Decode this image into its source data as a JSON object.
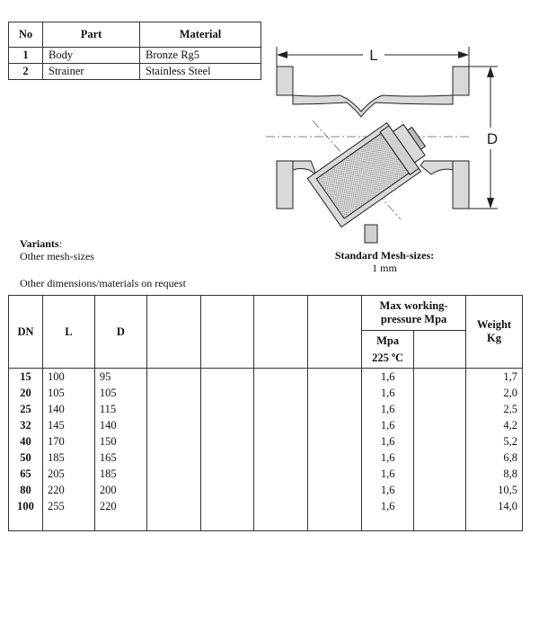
{
  "parts": {
    "headers": [
      "No",
      "Part",
      "Material"
    ],
    "rows": [
      {
        "no": "1",
        "part": "Body",
        "material": "Bronze Rg5"
      },
      {
        "no": "2",
        "part": "Strainer",
        "material": "Stainless Steel"
      }
    ]
  },
  "drawing": {
    "dim_l": "L",
    "dim_d": "D"
  },
  "variants": {
    "label": "Variants",
    "colon": ":",
    "value": "Other mesh-sizes"
  },
  "mesh": {
    "label": "Standard Mesh-sizes:",
    "value": "1 mm"
  },
  "other_note": "Other dimensions/materials on request",
  "dimensions": {
    "headers": {
      "dn": "DN",
      "l": "L",
      "d": "D",
      "pressure_line1": "Max working-",
      "pressure_line2": "pressure Mpa",
      "mpa": "Mpa",
      "temp_value": "225",
      "temp_deg": "o",
      "temp_unit": "C",
      "weight_line1": "Weight",
      "weight_line2": "Kg"
    },
    "rows": [
      {
        "dn": "15",
        "l": "100",
        "d": "95",
        "mpa": "1,6",
        "kg": "1,7"
      },
      {
        "dn": "20",
        "l": "105",
        "d": "105",
        "mpa": "1,6",
        "kg": "2,0"
      },
      {
        "dn": "25",
        "l": "140",
        "d": "115",
        "mpa": "1,6",
        "kg": "2,5"
      },
      {
        "dn": "32",
        "l": "145",
        "d": "140",
        "mpa": "1,6",
        "kg": "4,2"
      },
      {
        "dn": "40",
        "l": "170",
        "d": "150",
        "mpa": "1,6",
        "kg": "5,2"
      },
      {
        "dn": "50",
        "l": "185",
        "d": "165",
        "mpa": "1,6",
        "kg": "6,8"
      },
      {
        "dn": "65",
        "l": "205",
        "d": "185",
        "mpa": "1,6",
        "kg": "8,8"
      },
      {
        "dn": "80",
        "l": "220",
        "d": "200",
        "mpa": "1,6",
        "kg": "10,5"
      },
      {
        "dn": "100",
        "l": "255",
        "d": "220",
        "mpa": "1,6",
        "kg": "14,0"
      }
    ]
  },
  "colors": {
    "body_fill": "#d9d9d9",
    "outline": "#222222",
    "mesh": "#9a9a9a"
  }
}
